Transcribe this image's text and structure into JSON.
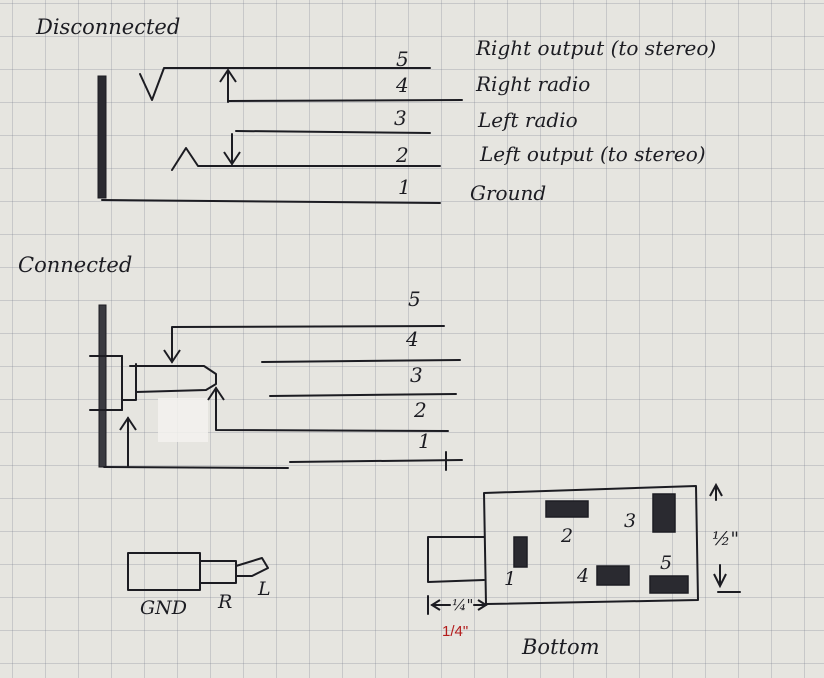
{
  "disconnected": {
    "title": "Disconnected",
    "pins": [
      {
        "number": "5",
        "label": "Right output (to stereo)"
      },
      {
        "number": "4",
        "label": "Right radio"
      },
      {
        "number": "3",
        "label": "Left radio"
      },
      {
        "number": "2",
        "label": "Left output (to stereo)"
      },
      {
        "number": "1",
        "label": "Ground"
      }
    ]
  },
  "connected": {
    "title": "Connected",
    "pin_numbers": [
      "5",
      "4",
      "3",
      "2",
      "1"
    ]
  },
  "plug": {
    "labels": [
      "GND",
      "R",
      "L"
    ]
  },
  "bottom_view": {
    "title": "Bottom",
    "pad_numbers": [
      "1",
      "2",
      "3",
      "4",
      "5"
    ],
    "height_label": "½\"",
    "width_label": "¼\"",
    "annotation": "1/4\""
  }
}
